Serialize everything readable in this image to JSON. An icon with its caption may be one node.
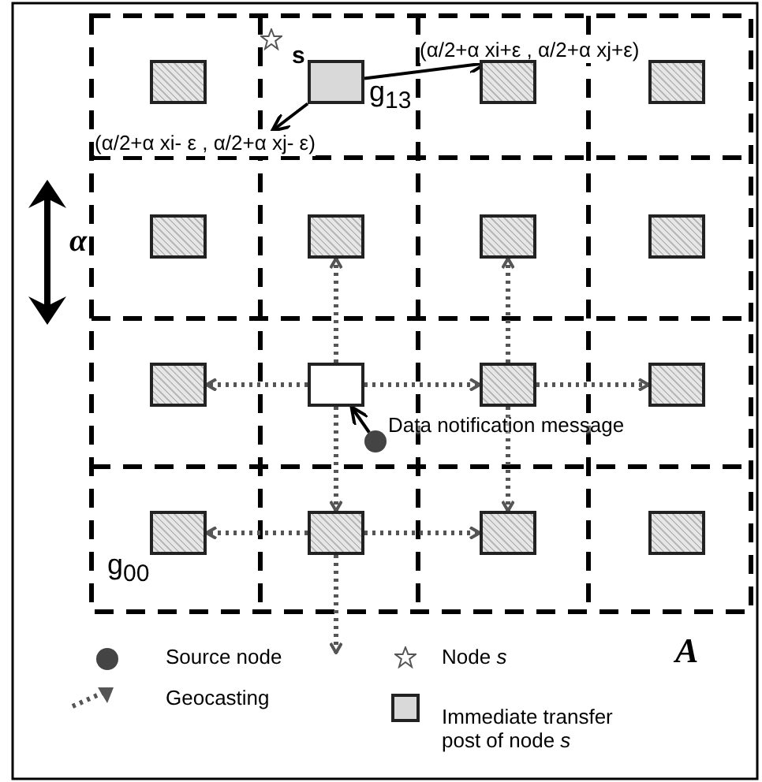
{
  "diagram": {
    "nodes": [
      {
        "text": [],
        "shape": "star",
        "beside": [
          "s"
        ]
      },
      {
        "text": [],
        "shape": "box"
      },
      {
        "text": [],
        "shape": "box",
        "beside": [
          "g$_{13}$"
        ]
      },
      {
        "text": [
          "(α/2+α xi+ε , α/2+α xj+ε)"
        ]
      },
      {
        "text": [],
        "shape": "box"
      },
      {
        "text": [],
        "shape": "box"
      },
      {
        "text": [
          "(α/2+α xi- ε , α/2+α xj- ε)"
        ]
      },
      {
        "text": [],
        "shape": "box"
      },
      {
        "text": [],
        "shape": "box"
      },
      {
        "text": [],
        "shape": "box"
      },
      {
        "text": [],
        "shape": "box"
      },
      {
        "text": [],
        "shape": "box"
      },
      {
        "text": [],
        "shape": "box"
      },
      {
        "text": [],
        "shape": "box"
      },
      {
        "text": [],
        "shape": "box"
      },
      {
        "text": [],
        "shape": "circle"
      },
      {
        "text": [],
        "shape": "box",
        "beside": [
          "g$_{00}$"
        ]
      },
      {
        "text": [],
        "shape": "box"
      },
      {
        "text": [],
        "shape": "box"
      },
      {
        "text": [],
        "shape": "box"
      }
    ],
    "edges": [
      {
        "from": 2,
        "to": 3,
        "arrow": "to",
        "color": "#000000"
      },
      {
        "from": 2,
        "to": 6,
        "arrow": "to",
        "color": "#000000"
      },
      {
        "from": 15,
        "to": 12,
        "arrow": "to",
        "label": "Data notification message",
        "color": "#000000"
      },
      {
        "from": 12,
        "to": 11,
        "arrow": "to",
        "style": "dashed"
      },
      {
        "from": 12,
        "to": 13,
        "arrow": "to",
        "style": "dashed"
      },
      {
        "from": 12,
        "to": 8,
        "arrow": "to",
        "style": "dashed"
      },
      {
        "from": 12,
        "to": 17,
        "arrow": "to",
        "style": "dashed"
      },
      {
        "from": 13,
        "to": 14,
        "arrow": "to",
        "style": "dashed"
      },
      {
        "from": 13,
        "to": 9,
        "arrow": "to",
        "style": "dashed"
      },
      {
        "from": 13,
        "to": 18,
        "arrow": "to",
        "style": "dashed"
      },
      {
        "from": 17,
        "to": 16,
        "arrow": "to",
        "style": "dashed"
      },
      {
        "from": 17,
        "to": 18,
        "arrow": "to",
        "style": "dashed"
      },
      {
        "from": 17,
        "to": null,
        "arrow": "to",
        "style": "dashed"
      }
    ],
    "labels": [
      "α",
      "A"
    ],
    "legend": [
      {
        "text": "Source node"
      },
      {
        "text": "Node *s*"
      },
      {
        "text": "Geocasting"
      },
      {
        "text": "Immediate transfer post of node *s*",
        "color": "#d9d9d9"
      }
    ]
  }
}
